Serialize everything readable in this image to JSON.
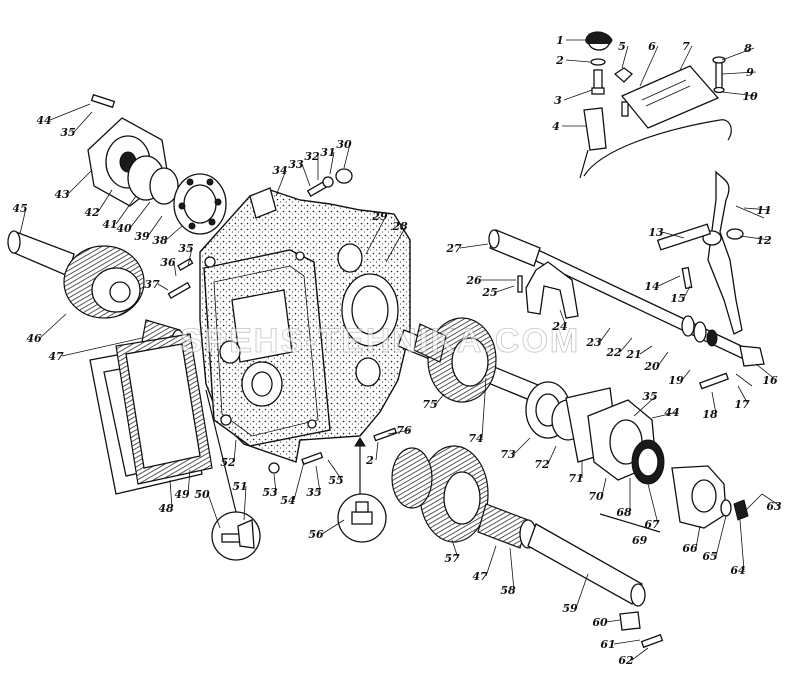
{
  "watermark": "SPEHS-TEHNIKA.COM",
  "group_label": "69",
  "labels": [
    {
      "id": "1",
      "text": "1",
      "leader": true
    },
    {
      "id": "2a",
      "text": "2",
      "leader": true
    },
    {
      "id": "3",
      "text": "3",
      "leader": true
    },
    {
      "id": "4",
      "text": "4",
      "leader": true
    },
    {
      "id": "5",
      "text": "5",
      "leader": true
    },
    {
      "id": "6",
      "text": "6",
      "leader": true
    },
    {
      "id": "7",
      "text": "7",
      "leader": true
    },
    {
      "id": "8",
      "text": "8",
      "leader": true
    },
    {
      "id": "9",
      "text": "9",
      "leader": true
    },
    {
      "id": "10",
      "text": "10",
      "leader": true
    },
    {
      "id": "11",
      "text": "11",
      "leader": true
    },
    {
      "id": "12",
      "text": "12",
      "leader": true
    },
    {
      "id": "13",
      "text": "13",
      "leader": true
    },
    {
      "id": "14",
      "text": "14",
      "leader": true
    },
    {
      "id": "15",
      "text": "15",
      "leader": true
    },
    {
      "id": "16",
      "text": "16",
      "leader": true
    },
    {
      "id": "17",
      "text": "17",
      "leader": true
    },
    {
      "id": "18",
      "text": "18",
      "leader": true
    },
    {
      "id": "19",
      "text": "19",
      "leader": true
    },
    {
      "id": "20",
      "text": "20",
      "leader": true
    },
    {
      "id": "21",
      "text": "21",
      "leader": true
    },
    {
      "id": "22",
      "text": "22",
      "leader": true
    },
    {
      "id": "23",
      "text": "23",
      "leader": true
    },
    {
      "id": "24",
      "text": "24",
      "leader": true
    },
    {
      "id": "25",
      "text": "25",
      "leader": true
    },
    {
      "id": "26",
      "text": "26",
      "leader": true
    },
    {
      "id": "27",
      "text": "27",
      "leader": true
    },
    {
      "id": "28",
      "text": "28",
      "leader": true
    },
    {
      "id": "29",
      "text": "29",
      "leader": true
    },
    {
      "id": "30",
      "text": "30",
      "leader": true
    },
    {
      "id": "31",
      "text": "31",
      "leader": true
    },
    {
      "id": "32",
      "text": "32",
      "leader": true
    },
    {
      "id": "33",
      "text": "33",
      "leader": true
    },
    {
      "id": "34",
      "text": "34",
      "leader": true
    },
    {
      "id": "35a",
      "text": "35",
      "leader": true
    },
    {
      "id": "35b",
      "text": "35",
      "leader": true
    },
    {
      "id": "35c",
      "text": "35",
      "leader": true
    },
    {
      "id": "35d",
      "text": "35",
      "leader": true
    },
    {
      "id": "36",
      "text": "36",
      "leader": true
    },
    {
      "id": "37",
      "text": "37",
      "leader": true
    },
    {
      "id": "38",
      "text": "38",
      "leader": true
    },
    {
      "id": "39",
      "text": "39",
      "leader": true
    },
    {
      "id": "40",
      "text": "40",
      "leader": true
    },
    {
      "id": "41",
      "text": "41",
      "leader": true
    },
    {
      "id": "42",
      "text": "42",
      "leader": true
    },
    {
      "id": "43",
      "text": "43",
      "leader": true
    },
    {
      "id": "44a",
      "text": "44",
      "leader": true
    },
    {
      "id": "44b",
      "text": "44",
      "leader": true
    },
    {
      "id": "45",
      "text": "45",
      "leader": true
    },
    {
      "id": "46",
      "text": "46",
      "leader": true
    },
    {
      "id": "47a",
      "text": "47",
      "leader": true
    },
    {
      "id": "47b",
      "text": "47",
      "leader": true
    },
    {
      "id": "48",
      "text": "48",
      "leader": true
    },
    {
      "id": "49",
      "text": "49",
      "leader": true
    },
    {
      "id": "50",
      "text": "50",
      "leader": true
    },
    {
      "id": "51",
      "text": "51",
      "leader": true
    },
    {
      "id": "52",
      "text": "52",
      "leader": true
    },
    {
      "id": "53",
      "text": "53",
      "leader": true
    },
    {
      "id": "54",
      "text": "54",
      "leader": true
    },
    {
      "id": "55",
      "text": "55",
      "leader": true
    },
    {
      "id": "56",
      "text": "56",
      "leader": true
    },
    {
      "id": "57",
      "text": "57",
      "leader": true
    },
    {
      "id": "58",
      "text": "58",
      "leader": true
    },
    {
      "id": "59",
      "text": "59",
      "leader": true
    },
    {
      "id": "60",
      "text": "60",
      "leader": true
    },
    {
      "id": "61",
      "text": "61",
      "leader": true
    },
    {
      "id": "62",
      "text": "62",
      "leader": true
    },
    {
      "id": "63",
      "text": "63",
      "leader": true
    },
    {
      "id": "64",
      "text": "64",
      "leader": true
    },
    {
      "id": "65",
      "text": "65",
      "leader": true
    },
    {
      "id": "66",
      "text": "66",
      "leader": true
    },
    {
      "id": "67",
      "text": "67",
      "leader": true
    },
    {
      "id": "68",
      "text": "68",
      "leader": true
    },
    {
      "id": "70",
      "text": "70",
      "leader": true
    },
    {
      "id": "71",
      "text": "71",
      "leader": true
    },
    {
      "id": "72",
      "text": "72",
      "leader": true
    },
    {
      "id": "73",
      "text": "73",
      "leader": true
    },
    {
      "id": "74",
      "text": "74",
      "leader": true
    },
    {
      "id": "75",
      "text": "75",
      "leader": true
    },
    {
      "id": "76",
      "text": "76",
      "leader": true
    },
    {
      "id": "2b",
      "text": "2",
      "leader": true
    }
  ]
}
